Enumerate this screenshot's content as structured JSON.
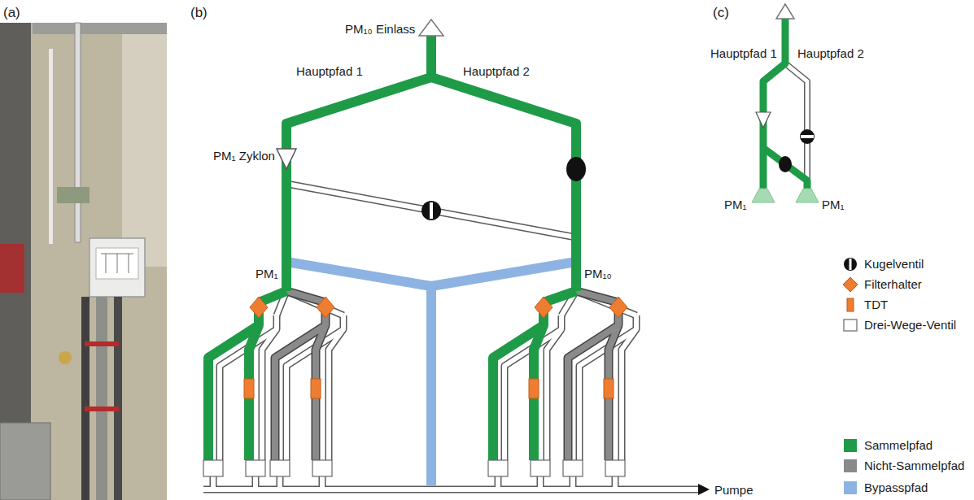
{
  "diagram": {
    "labels": [
      "(a)",
      "(b)",
      "(c)",
      "PM₁₀ Einlass",
      "Hauptpfad 1",
      "Hauptpfad 2",
      "PM₁ Zyklon",
      "PM₁",
      "PM₁₀",
      "Pumpe",
      "Hauptpfad 1",
      "Hauptpfad 2",
      "PM₁",
      "PM₁"
    ],
    "legend": [
      {
        "text": "Kugelventil"
      },
      {
        "text": "Filterhalter"
      },
      {
        "text": "TDT"
      },
      {
        "text": "Drei-Wege-Ventil"
      },
      {
        "text": "Sammelpfad",
        "color": "#1f9b48"
      },
      {
        "text": "Nicht-Sammelpfad",
        "color": "#8a8a8a"
      },
      {
        "text": "Bypasspfad",
        "color": "#8db3e2"
      }
    ]
  }
}
